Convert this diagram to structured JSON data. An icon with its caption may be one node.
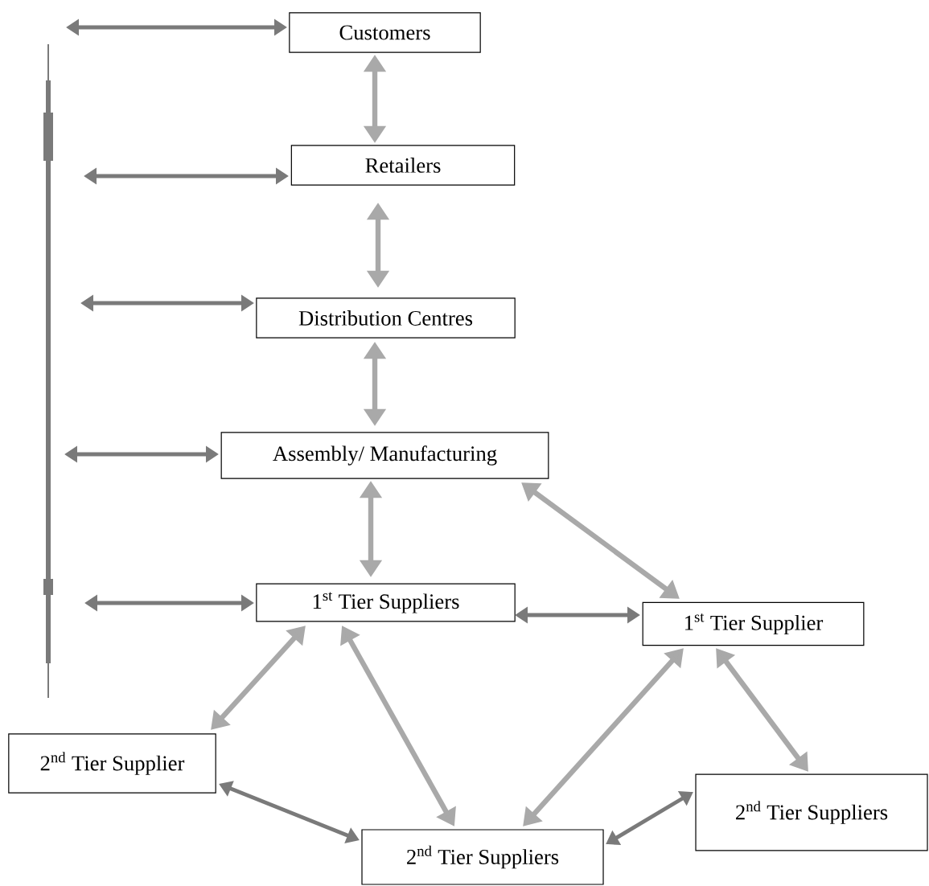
{
  "diagram": {
    "nodes": [
      {
        "text": [
          "Customers"
        ]
      },
      {
        "text": [
          "Retailers"
        ]
      },
      {
        "text": [
          "Distribution Centres"
        ]
      },
      {
        "text": [
          "Assembly/ Manufacturing"
        ]
      },
      {
        "text": [
          "1$^{st}$ Tier Suppliers"
        ]
      },
      {
        "text": [
          "1$^{st}$ Tier Supplier"
        ]
      },
      {
        "text": [
          "2$^{nd}$ Tier Supplier"
        ]
      },
      {
        "text": [
          "2$^{nd}$ Tier Suppliers"
        ]
      },
      {
        "text": [
          "2$^{nd}$ Tier Suppliers"
        ]
      }
    ],
    "edges": [
      {
        "from": 0,
        "to": 1,
        "arrow": "both"
      },
      {
        "from": 1,
        "to": 2,
        "arrow": "both"
      },
      {
        "from": 2,
        "to": 3,
        "arrow": "both"
      },
      {
        "from": 3,
        "to": 4,
        "arrow": "both"
      },
      {
        "from": 3,
        "to": 5,
        "arrow": "both"
      },
      {
        "from": 4,
        "to": 5,
        "arrow": "both",
        "color": "#7a7a7a"
      },
      {
        "from": 4,
        "to": 6,
        "arrow": "both"
      },
      {
        "from": 4,
        "to": 7,
        "arrow": "both"
      },
      {
        "from": 5,
        "to": 7,
        "arrow": "both"
      },
      {
        "from": 5,
        "to": 8,
        "arrow": "both"
      },
      {
        "from": 6,
        "to": 7,
        "arrow": "both",
        "color": "#7a7a7a"
      },
      {
        "from": 8,
        "to": 7,
        "arrow": "both",
        "color": "#7a7a7a"
      },
      {
        "from": null,
        "to": 0,
        "arrow": "both",
        "color": "#7a7a7a"
      },
      {
        "from": null,
        "to": 1,
        "arrow": "both",
        "color": "#7a7a7a"
      },
      {
        "from": null,
        "to": 2,
        "arrow": "both",
        "color": "#7a7a7a"
      },
      {
        "from": null,
        "to": 3,
        "arrow": "both",
        "color": "#7a7a7a"
      },
      {
        "from": null,
        "to": 4,
        "arrow": "both",
        "color": "#7a7a7a"
      }
    ]
  }
}
